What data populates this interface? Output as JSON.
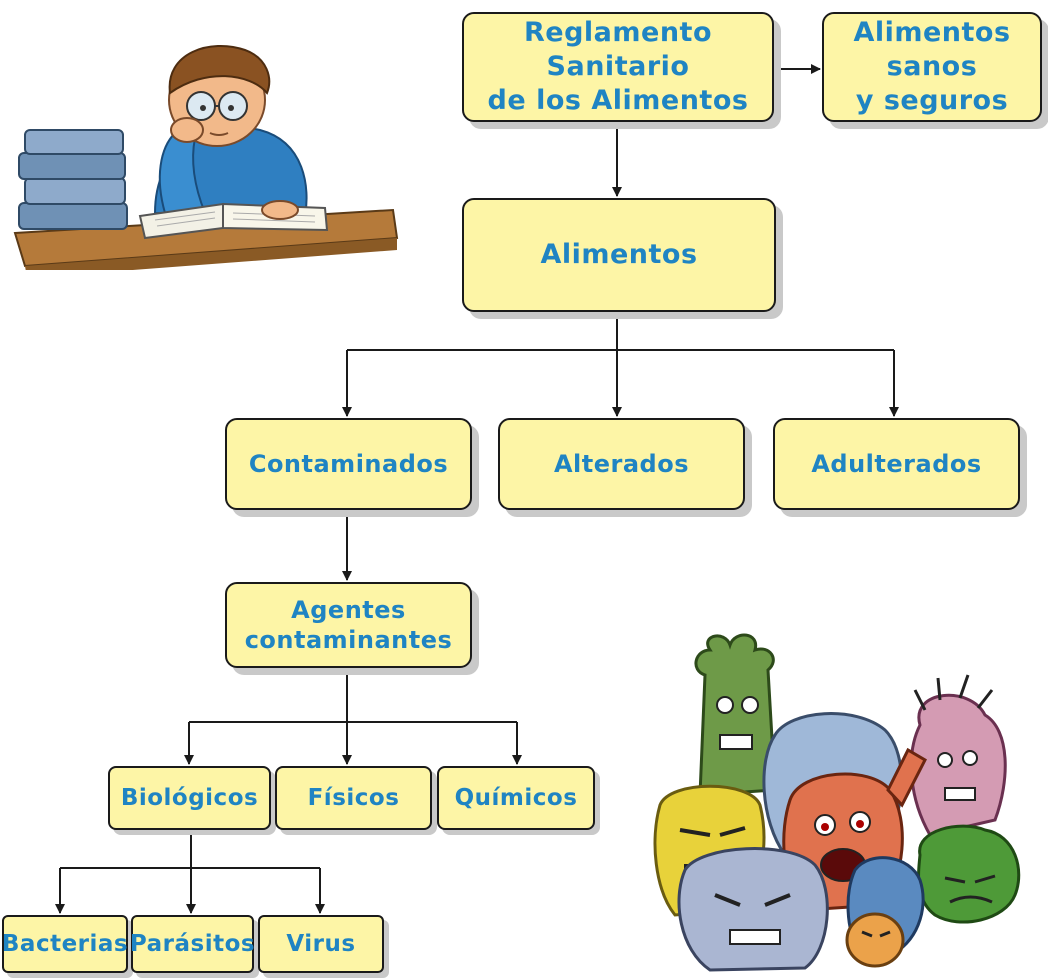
{
  "nodes": {
    "reglamento": "Reglamento Sanitario\nde los Alimentos",
    "sanos": "Alimentos sanos\ny seguros",
    "alimentos": "Alimentos",
    "contaminados": "Contaminados",
    "alterados": "Alterados",
    "adulterados": "Adulterados",
    "agentes": "Agentes\ncontaminantes",
    "biologicos": "Biológicos",
    "fisicos": "Físicos",
    "quimicos": "Químicos",
    "bacterias": "Bacterias",
    "parasitos": "Parásitos",
    "virus": "Virus"
  },
  "colors": {
    "box_fill": "#fdf5a6",
    "text": "#1f84c3",
    "line": "#1a1a1a"
  },
  "illustrations": [
    "student-reading-icon",
    "germs-monsters-icon"
  ]
}
